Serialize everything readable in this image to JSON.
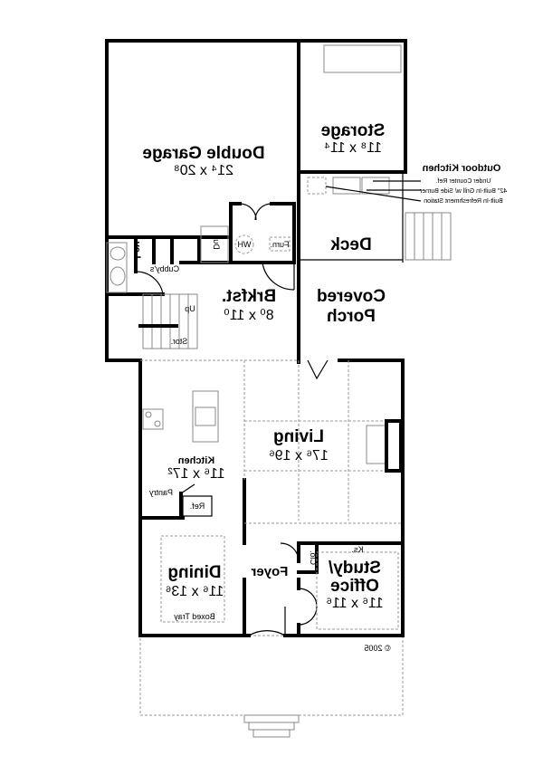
{
  "rooms": {
    "garage": {
      "name": "Double Garage",
      "dim": "21⁴ x 20⁸"
    },
    "storage": {
      "name": "Storage",
      "dim": "11⁸ x 11⁴"
    },
    "deck": {
      "name": "Deck"
    },
    "porch": {
      "name1": "Covered",
      "name2": "Porch"
    },
    "brkfst": {
      "name": "Brkfst.",
      "dim": "8⁰ x 11⁰"
    },
    "living": {
      "name": "Living",
      "dim": "17⁶ x 19⁶"
    },
    "kitchen": {
      "name": "Kitchen",
      "dim": "11⁶ x 17²"
    },
    "dining": {
      "name": "Dining",
      "dim": "11⁶ x 13⁶",
      "note": "Boxed Tray"
    },
    "foyer": {
      "name": "Foyer"
    },
    "study": {
      "name1": "Study/",
      "name2": "Office",
      "dim": "11⁶ x 11⁶"
    }
  },
  "small_labels": {
    "lav": "Lav.",
    "du": "Du",
    "wh": "WH",
    "furn": "Furn.",
    "cubbys": "Cubby's",
    "up": "Up",
    "stor": "Stor.",
    "pantry": "Pantry",
    "ref": "Ref.",
    "clo": "Clo.",
    "ks": "Ks."
  },
  "outdoor_kitchen": {
    "title": "Outdoor Kitchen",
    "items": [
      "Under Counter Ref.",
      "42\" Built-In Grill w/ Side Burner",
      "Built-In Refreshment Station"
    ]
  },
  "copyright": "© 2005"
}
